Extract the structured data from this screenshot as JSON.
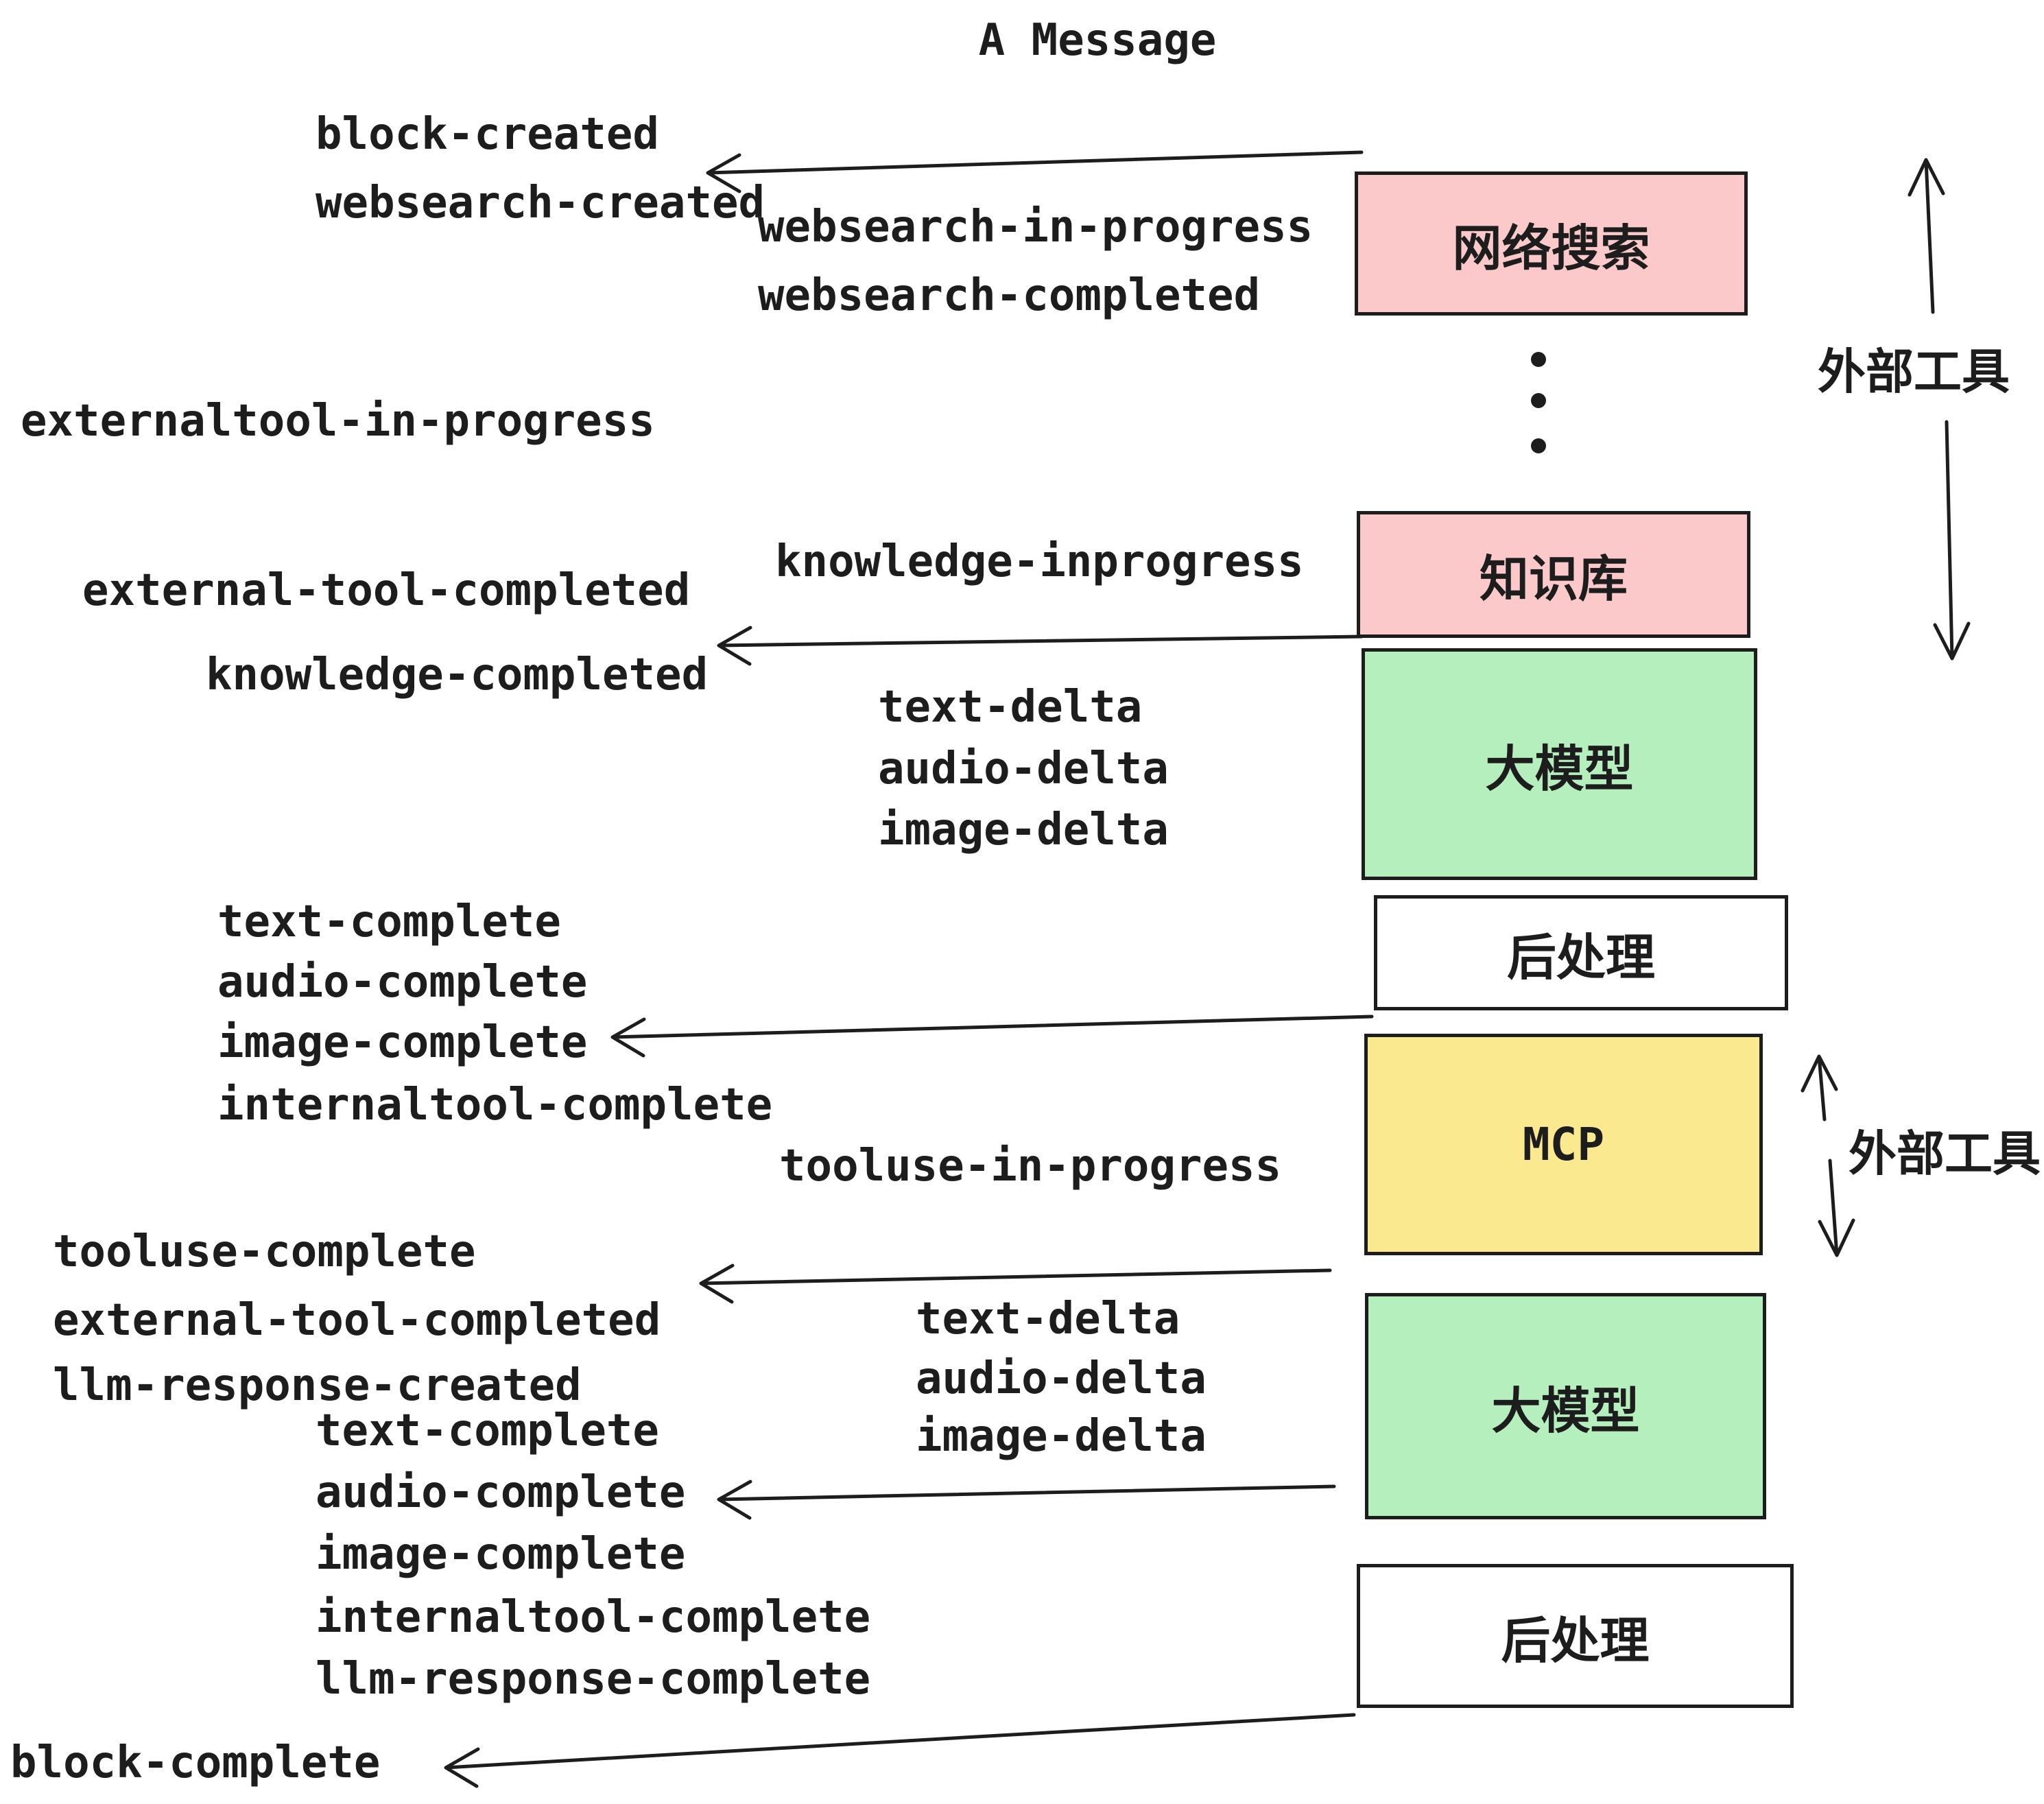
{
  "title": "A Message",
  "colors": {
    "pink": "#fbc9c9",
    "green": "#b5efbe",
    "yellow": "#fae98f",
    "white": "#ffffff",
    "stroke": "#1d1d1d",
    "background": "#ffffff"
  },
  "boxes": [
    {
      "id": "websearch",
      "label": "网络搜索",
      "fill": "#fbc9c9"
    },
    {
      "id": "knowledge",
      "label": "知识库",
      "fill": "#fbc9c9"
    },
    {
      "id": "llm-1",
      "label": "大模型",
      "fill": "#b5efbe"
    },
    {
      "id": "post-1",
      "label": "后处理",
      "fill": "#ffffff"
    },
    {
      "id": "mcp",
      "label": "MCP",
      "fill": "#fae98f"
    },
    {
      "id": "llm-2",
      "label": "大模型",
      "fill": "#b5efbe"
    },
    {
      "id": "post-2",
      "label": "后处理",
      "fill": "#ffffff"
    }
  ],
  "side_labels": [
    {
      "label": "外部工具"
    },
    {
      "label": "外部工具"
    }
  ],
  "events": [
    "block-created",
    "websearch-created",
    "websearch-in-progress",
    "websearch-completed",
    "externaltool-in-progress",
    "knowledge-inprogress",
    "external-tool-completed",
    "knowledge-completed",
    "text-delta",
    "audio-delta",
    "image-delta",
    "text-complete",
    "audio-complete",
    "image-complete",
    "internaltool-complete",
    "tooluse-in-progress",
    "tooluse-complete",
    "external-tool-completed",
    "llm-response-created",
    "text-delta",
    "audio-delta",
    "image-delta",
    "text-complete",
    "audio-complete",
    "image-complete",
    "internaltool-complete",
    "llm-response-complete",
    "block-complete"
  ],
  "icons": {
    "arrow-left-icon": "open V arrowhead pointing left, hand-drawn line",
    "arrow-up-icon": "open V arrowhead pointing up, hand-drawn line",
    "arrow-down-icon": "open V arrowhead pointing down, hand-drawn line",
    "vertical-ellipsis-icon": "three stacked dots"
  }
}
